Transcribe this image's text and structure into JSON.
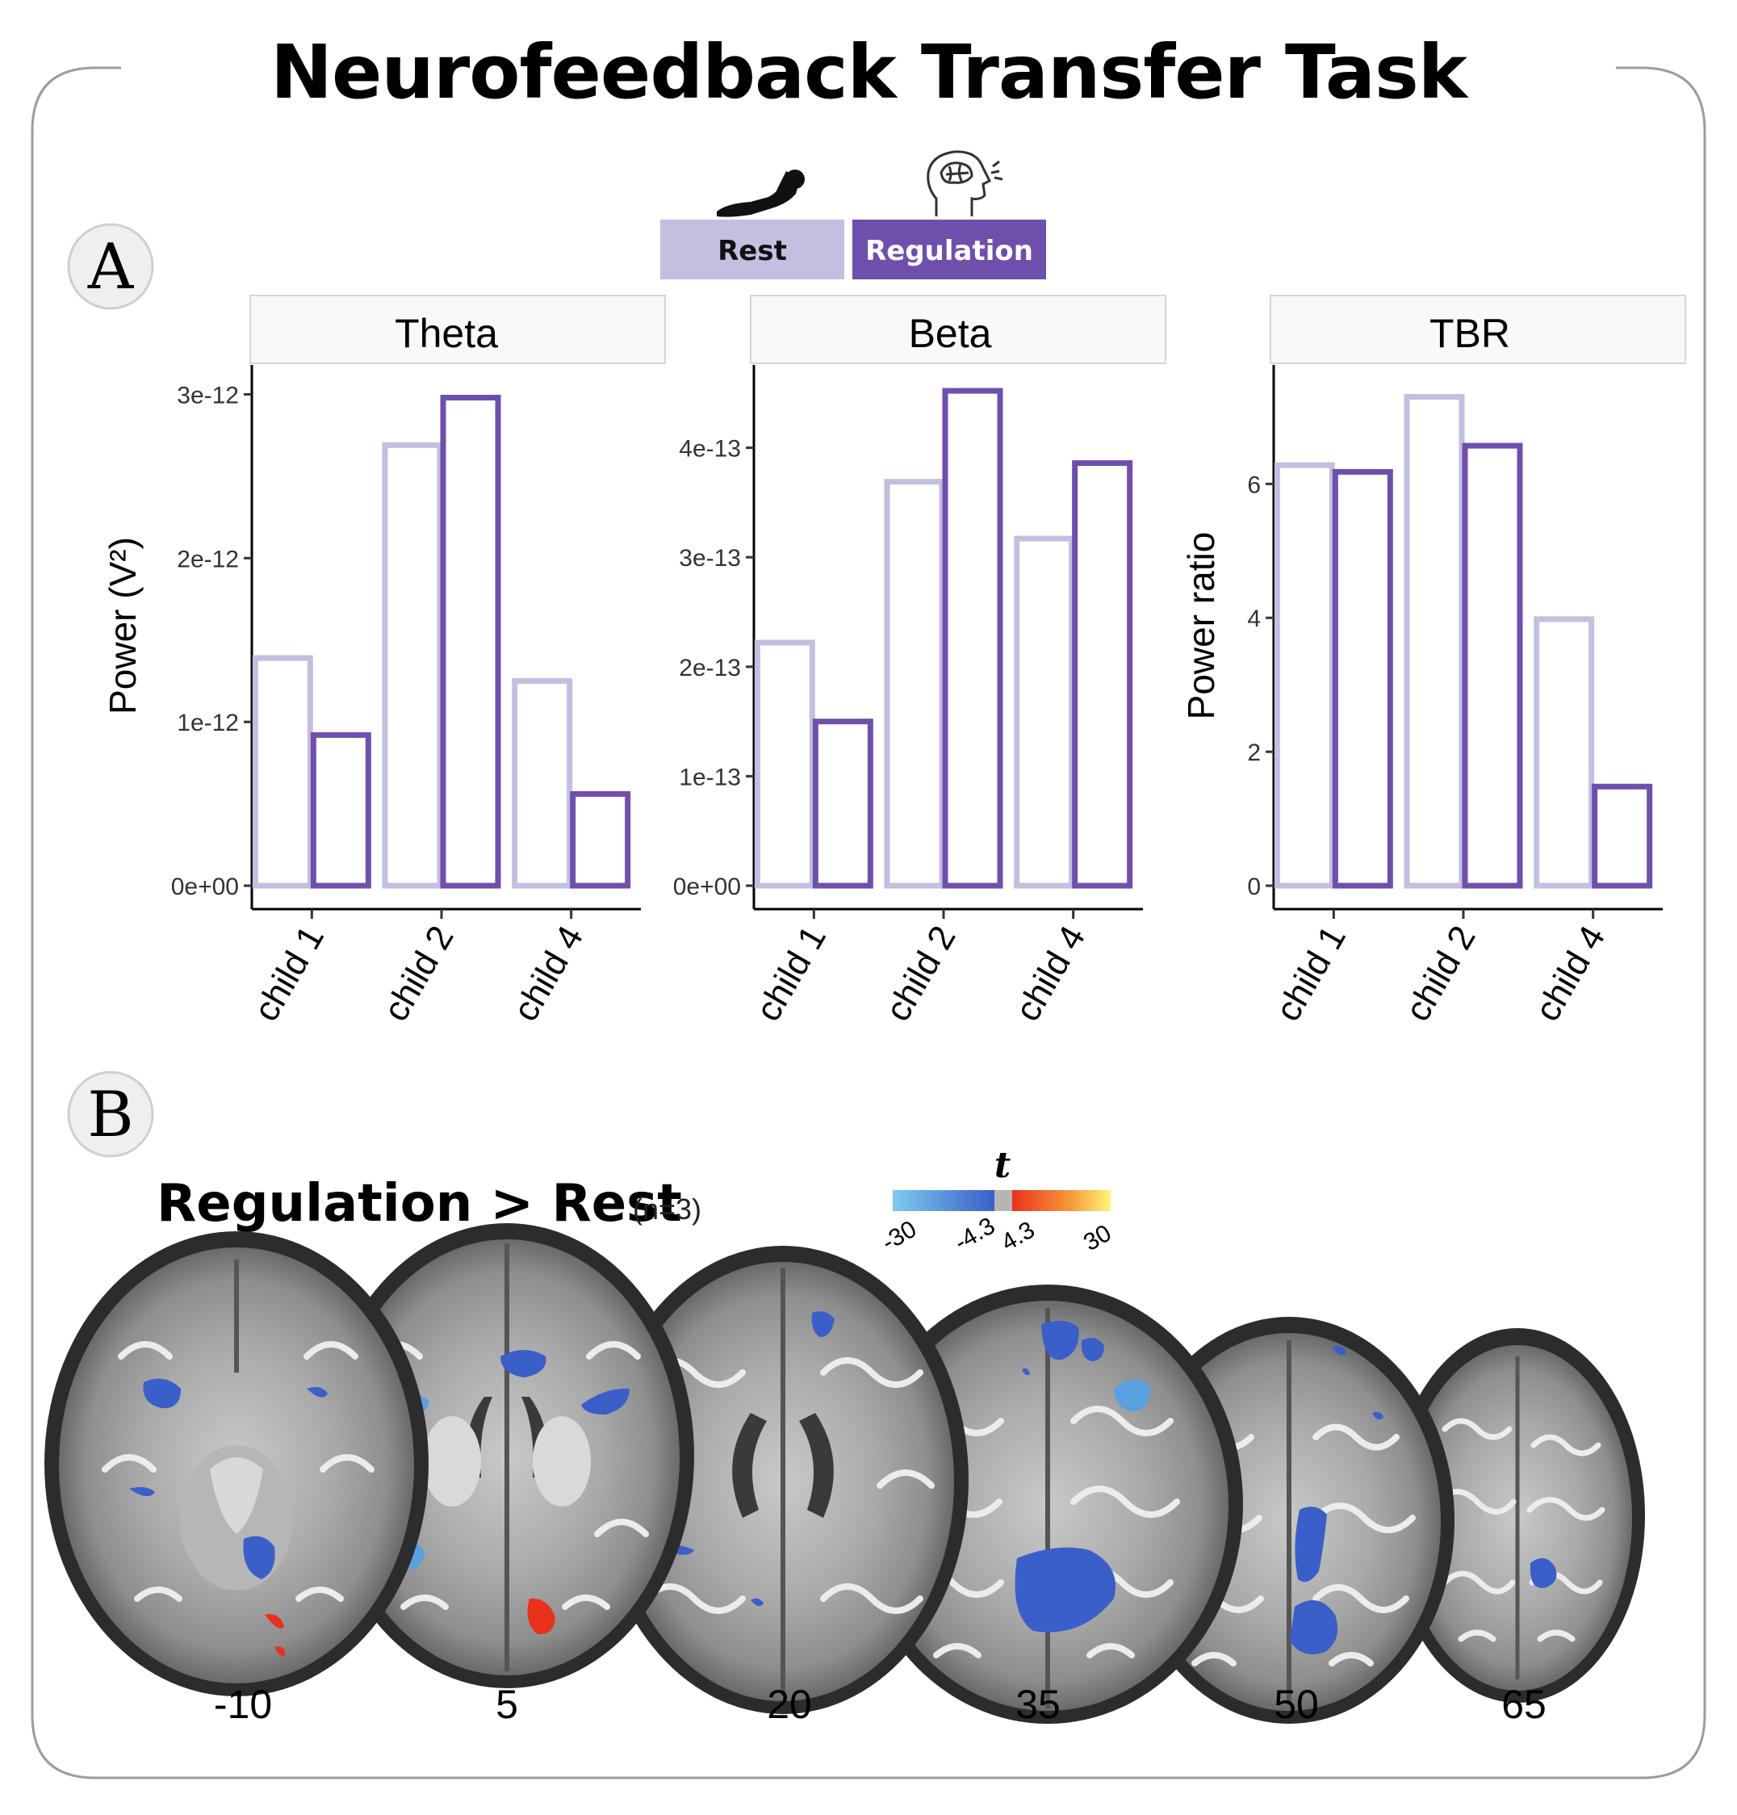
{
  "title": "Neurofeedback Transfer Task",
  "panel_a": {
    "label": "A",
    "legend": [
      {
        "label": "Rest",
        "color": "#c2bfe0"
      },
      {
        "label": "Regulation",
        "color": "#6f4fac"
      }
    ],
    "legend_icons": [
      "person-lying-icon",
      "brain-head-icon"
    ]
  },
  "chart_data": [
    {
      "type": "bar",
      "title": "Theta",
      "ylabel": "Power (V²)",
      "categories": [
        "child 1",
        "child 2",
        "child 4"
      ],
      "ylim": [
        0,
        3e-12
      ],
      "yticks": [
        0,
        1e-12,
        2e-12,
        3e-12
      ],
      "ytick_labels": [
        "0e+00",
        "1e-12",
        "2e-12",
        "3e-12"
      ],
      "series": [
        {
          "name": "Rest",
          "values": [
            1.39e-12,
            2.69e-12,
            1.25e-12
          ]
        },
        {
          "name": "Regulation",
          "values": [
            9.2e-13,
            2.98e-12,
            5.6e-13
          ]
        }
      ]
    },
    {
      "type": "bar",
      "title": "Beta",
      "ylabel": "",
      "categories": [
        "child 1",
        "child 2",
        "child 4"
      ],
      "ylim": [
        0,
        4.52e-13
      ],
      "yticks": [
        0,
        1e-13,
        2e-13,
        3e-13,
        4e-13
      ],
      "ytick_labels": [
        "0e+00",
        "1e-13",
        "2e-13",
        "3e-13",
        "4e-13"
      ],
      "series": [
        {
          "name": "Rest",
          "values": [
            2.22e-13,
            3.69e-13,
            3.17e-13
          ]
        },
        {
          "name": "Regulation",
          "values": [
            1.5e-13,
            4.52e-13,
            3.86e-13
          ]
        }
      ]
    },
    {
      "type": "bar",
      "title": "TBR",
      "ylabel": "Power ratio",
      "categories": [
        "child 1",
        "child 2",
        "child 4"
      ],
      "ylim": [
        0,
        7.3
      ],
      "yticks": [
        0,
        2,
        4,
        6
      ],
      "ytick_labels": [
        "0",
        "2",
        "4",
        "6"
      ],
      "series": [
        {
          "name": "Rest",
          "values": [
            6.28,
            7.3,
            3.98
          ]
        },
        {
          "name": "Regulation",
          "values": [
            6.18,
            6.57,
            1.48
          ]
        }
      ]
    }
  ],
  "panel_b": {
    "label": "B",
    "contrast": "Regulation > Rest",
    "n": "(n=3)",
    "colorbar": {
      "title": "t",
      "tick_labels": [
        "-30",
        "-4.3",
        "4.3",
        "30"
      ],
      "negative_colors": [
        "#7ecbf0",
        "#3a5fc8"
      ],
      "gap_color": "#b5b5b5",
      "positive_colors": [
        "#e8321e",
        "#fff57a"
      ]
    },
    "slices": [
      "-10",
      "5",
      "20",
      "35",
      "50",
      "65"
    ]
  }
}
